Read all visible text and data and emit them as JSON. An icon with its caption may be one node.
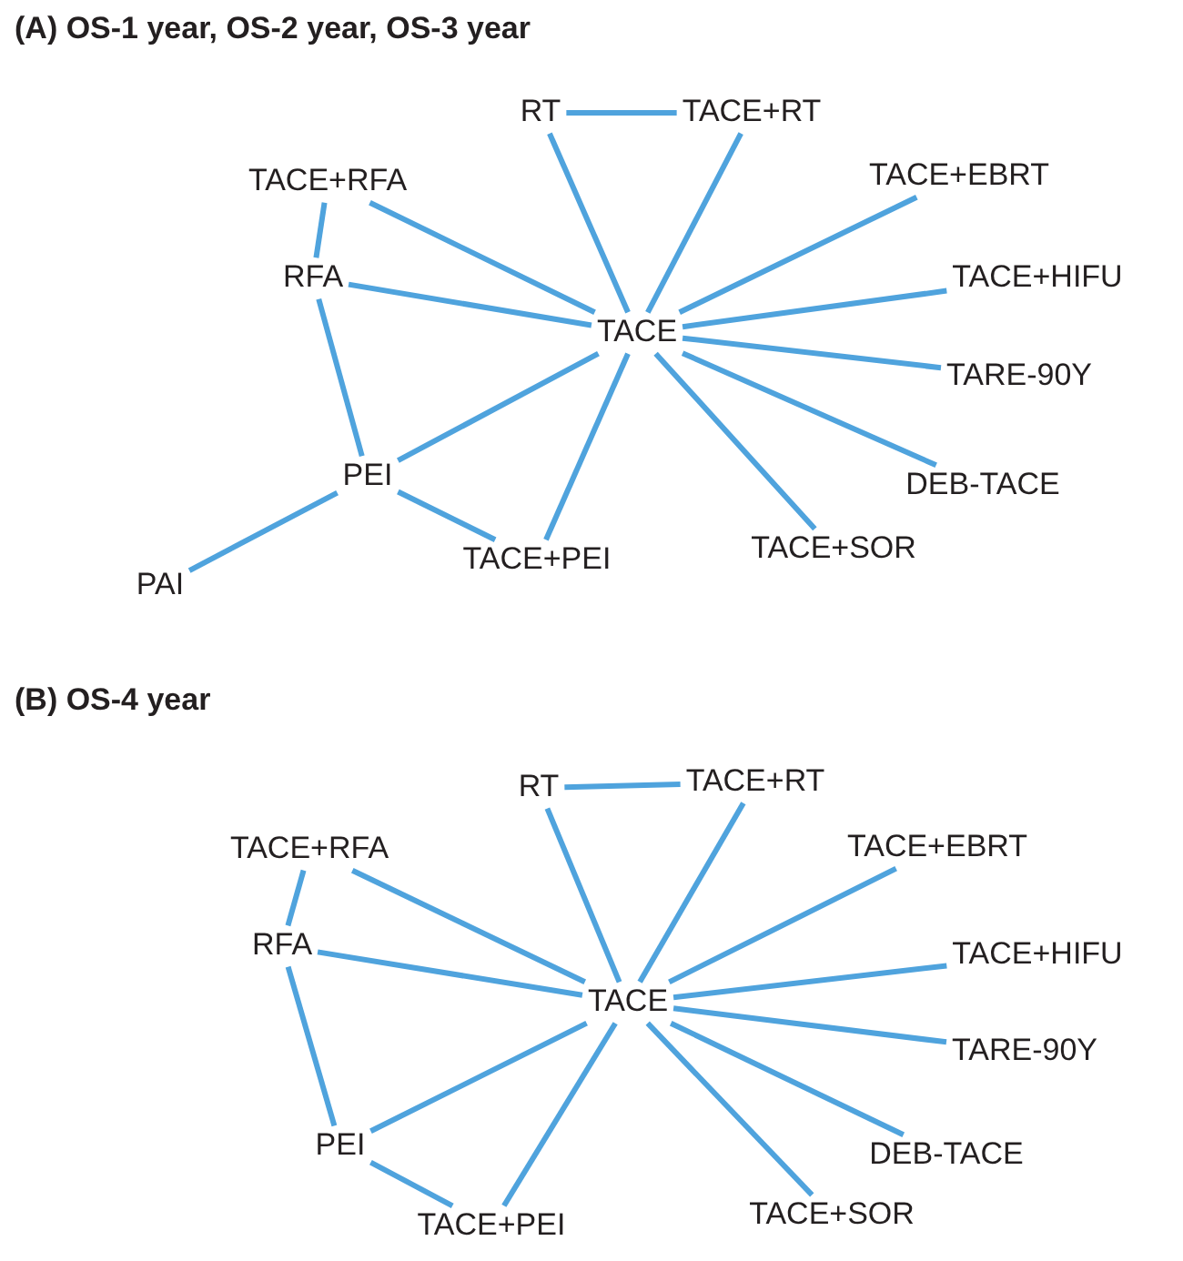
{
  "diagram": {
    "nodes": [
      {
        "text": [
          "RT"
        ]
      },
      {
        "text": [
          "TACE+RT"
        ]
      },
      {
        "text": [
          "TACE+RFA"
        ]
      },
      {
        "text": [
          "TACE+EBRT"
        ]
      },
      {
        "text": [
          "RFA"
        ]
      },
      {
        "text": [
          "TACE+HIFU"
        ]
      },
      {
        "text": [
          "TACE"
        ]
      },
      {
        "text": [
          "TARE-90Y"
        ]
      },
      {
        "text": [
          "PEI"
        ]
      },
      {
        "text": [
          "DEB-TACE"
        ]
      },
      {
        "text": [
          "PAI"
        ]
      },
      {
        "text": [
          "TACE+PEI"
        ]
      },
      {
        "text": [
          "TACE+SOR"
        ]
      },
      {
        "text": [
          "RT"
        ]
      },
      {
        "text": [
          "TACE+RT"
        ]
      },
      {
        "text": [
          "TACE+RFA"
        ]
      },
      {
        "text": [
          "TACE+EBRT"
        ]
      },
      {
        "text": [
          "RFA"
        ]
      },
      {
        "text": [
          "TACE+HIFU"
        ]
      },
      {
        "text": [
          "TACE"
        ]
      },
      {
        "text": [
          "TARE-90Y"
        ]
      },
      {
        "text": [
          "PEI"
        ]
      },
      {
        "text": [
          "DEB-TACE"
        ]
      },
      {
        "text": [
          "TACE+PEI"
        ]
      },
      {
        "text": [
          "TACE+SOR"
        ]
      }
    ],
    "edges": [
      {
        "from": 0,
        "to": 1,
        "arrow": "none"
      },
      {
        "from": 0,
        "to": 6,
        "arrow": "none"
      },
      {
        "from": 1,
        "to": 6,
        "arrow": "none"
      },
      {
        "from": 2,
        "to": 4,
        "arrow": "none"
      },
      {
        "from": 2,
        "to": 6,
        "arrow": "none"
      },
      {
        "from": 4,
        "to": 6,
        "arrow": "none"
      },
      {
        "from": 4,
        "to": 8,
        "arrow": "none"
      },
      {
        "from": 8,
        "to": 6,
        "arrow": "none"
      },
      {
        "from": 8,
        "to": 11,
        "arrow": "none"
      },
      {
        "from": 11,
        "to": 6,
        "arrow": "none"
      },
      {
        "from": 8,
        "to": 10,
        "arrow": "none"
      },
      {
        "from": 6,
        "to": 3,
        "arrow": "none"
      },
      {
        "from": 6,
        "to": 5,
        "arrow": "none"
      },
      {
        "from": 6,
        "to": 7,
        "arrow": "none"
      },
      {
        "from": 6,
        "to": 9,
        "arrow": "none"
      },
      {
        "from": 6,
        "to": 12,
        "arrow": "none"
      },
      {
        "from": 13,
        "to": 14,
        "arrow": "none"
      },
      {
        "from": 13,
        "to": 19,
        "arrow": "none"
      },
      {
        "from": 14,
        "to": 19,
        "arrow": "none"
      },
      {
        "from": 15,
        "to": 17,
        "arrow": "none"
      },
      {
        "from": 15,
        "to": 19,
        "arrow": "none"
      },
      {
        "from": 17,
        "to": 19,
        "arrow": "none"
      },
      {
        "from": 17,
        "to": 21,
        "arrow": "none"
      },
      {
        "from": 21,
        "to": 19,
        "arrow": "none"
      },
      {
        "from": 21,
        "to": 23,
        "arrow": "none"
      },
      {
        "from": 23,
        "to": 19,
        "arrow": "none"
      },
      {
        "from": 19,
        "to": 16,
        "arrow": "none"
      },
      {
        "from": 19,
        "to": 18,
        "arrow": "none"
      },
      {
        "from": 19,
        "to": 20,
        "arrow": "none"
      },
      {
        "from": 19,
        "to": 22,
        "arrow": "none"
      },
      {
        "from": 19,
        "to": 24,
        "arrow": "none"
      }
    ],
    "labels": [
      "(A) OS-1 year, OS-2 year, OS-3 year",
      "(B) OS-4 year"
    ]
  }
}
